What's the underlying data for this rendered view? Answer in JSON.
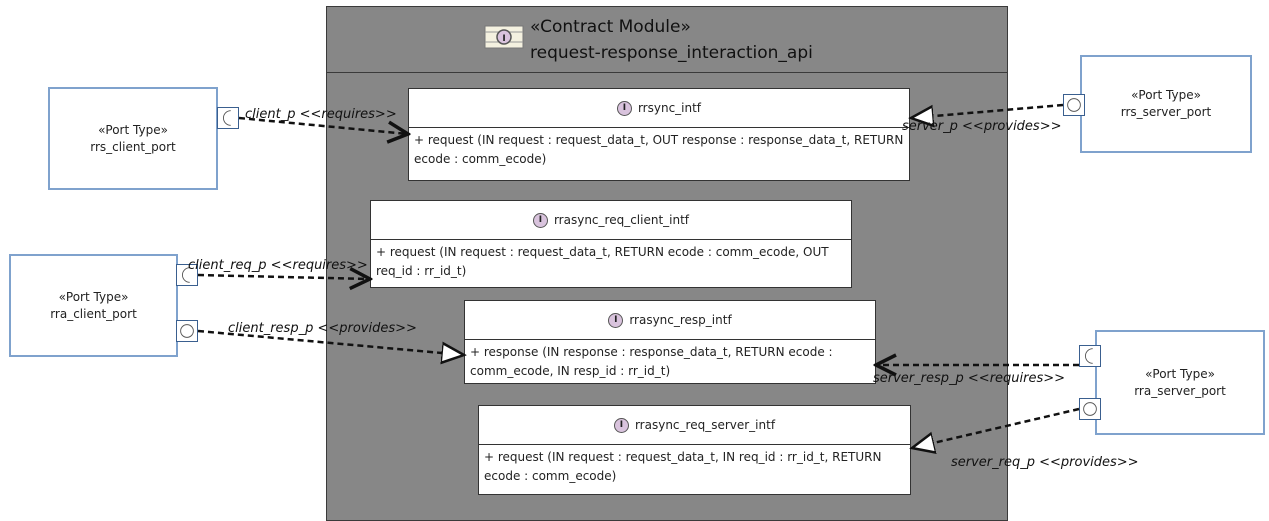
{
  "module": {
    "stereotype": "«Contract Module»",
    "name": "request-response_interaction_api"
  },
  "port_types": {
    "rrs_client": {
      "stereotype": "«Port Type»",
      "name": "rrs_client_port"
    },
    "rra_client": {
      "stereotype": "«Port Type»",
      "name": "rra_client_port"
    },
    "rrs_server": {
      "stereotype": "«Port Type»",
      "name": "rrs_server_port"
    },
    "rra_server": {
      "stereotype": "«Port Type»",
      "name": "rra_server_port"
    }
  },
  "interfaces": {
    "rrsync": {
      "name": "rrsync_intf",
      "operation": "+ request (IN request : request_data_t, OUT response : response_data_t, RETURN ecode : comm_ecode)"
    },
    "rrasync_req_client": {
      "name": "rrasync_req_client_intf",
      "operation": "+ request (IN request : request_data_t, RETURN ecode : comm_ecode, OUT req_id : rr_id_t)"
    },
    "rrasync_resp": {
      "name": "rrasync_resp_intf",
      "operation": "+ response (IN response : response_data_t, RETURN ecode : comm_ecode, IN resp_id : rr_id_t)"
    },
    "rrasync_req_server": {
      "name": "rrasync_req_server_intf",
      "operation": "+ request (IN request : request_data_t, IN req_id : rr_id_t, RETURN ecode : comm_ecode)"
    }
  },
  "connections": {
    "client_p": "client_p <<requires>>",
    "server_p": "server_p <<provides>>",
    "client_req_p": "client_req_p <<requires>>",
    "client_resp_p": "client_resp_p <<provides>>",
    "server_resp_p": "server_resp_p <<requires>>",
    "server_req_p": "server_req_p <<provides>>"
  },
  "icons": {
    "interface_badge": "I",
    "contract_module_icon": "contract-module-icon"
  },
  "colors": {
    "module_fill": "#878787",
    "port_type_border": "#7fa2cd",
    "interface_badge_fill": "#d9c3dd"
  }
}
